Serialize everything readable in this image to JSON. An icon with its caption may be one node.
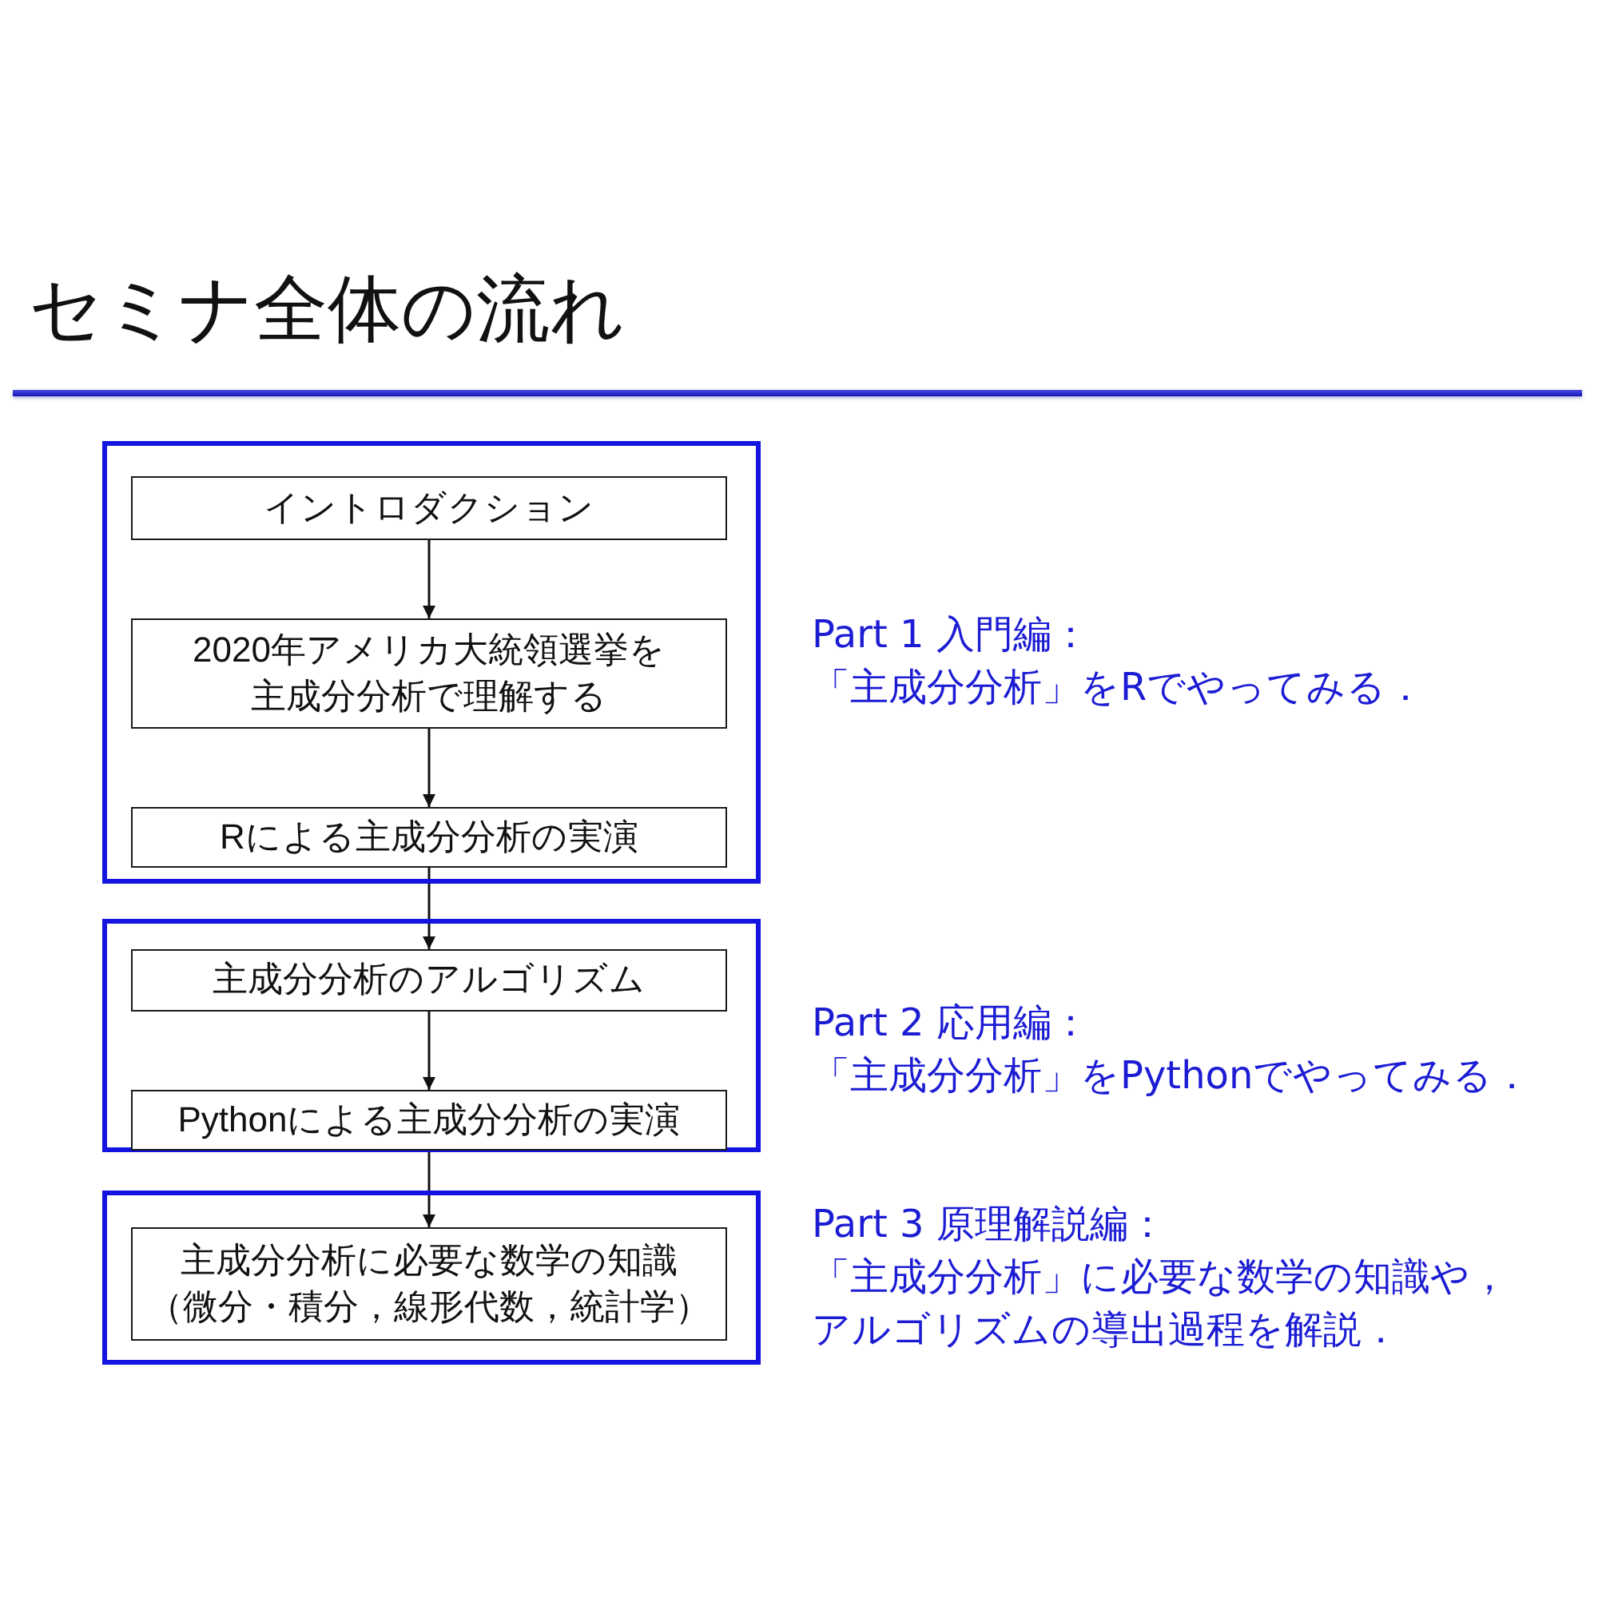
{
  "diagram": {
    "title": "セミナ全体の流れ",
    "nodes": [
      {
        "text": [],
        "shape": "box",
        "beside": [
          "Part 1 入門編：",
          "「主成分分析」をRでやってみる．"
        ]
      },
      {
        "text": [
          "イントロダクション"
        ],
        "in": 0
      },
      {
        "text": [
          "2020年アメリカ大統領選挙を主成分分析で理解する"
        ],
        "in": 0
      },
      {
        "text": [
          "Rによる主成分分析の実演"
        ],
        "in": 0
      },
      {
        "text": [],
        "shape": "box",
        "beside": [
          "Part 2 応用編：",
          "「主成分分析」をPythonでやってみる．"
        ]
      },
      {
        "text": [
          "主成分分析のアルゴリズム"
        ],
        "in": 4
      },
      {
        "text": [
          "Pythonによる主成分分析の実演"
        ],
        "in": 4
      },
      {
        "text": [],
        "shape": "box",
        "beside": [
          "Part 3 原理解説編：",
          "「主成分分析」に必要な数学の知識や，アルゴリズムの導出過程を解説．"
        ]
      },
      {
        "text": [
          "主成分分析に必要な数学の知識",
          "（微分・積分，線形代数，統計学）"
        ],
        "in": 7
      }
    ],
    "edges": [
      {
        "from": 1,
        "to": 2,
        "arrow": "to"
      },
      {
        "from": 2,
        "to": 3,
        "arrow": "to"
      },
      {
        "from": 3,
        "to": 5,
        "arrow": "to"
      },
      {
        "from": 5,
        "to": 6,
        "arrow": "to"
      },
      {
        "from": 6,
        "to": 8,
        "arrow": "to"
      }
    ]
  }
}
